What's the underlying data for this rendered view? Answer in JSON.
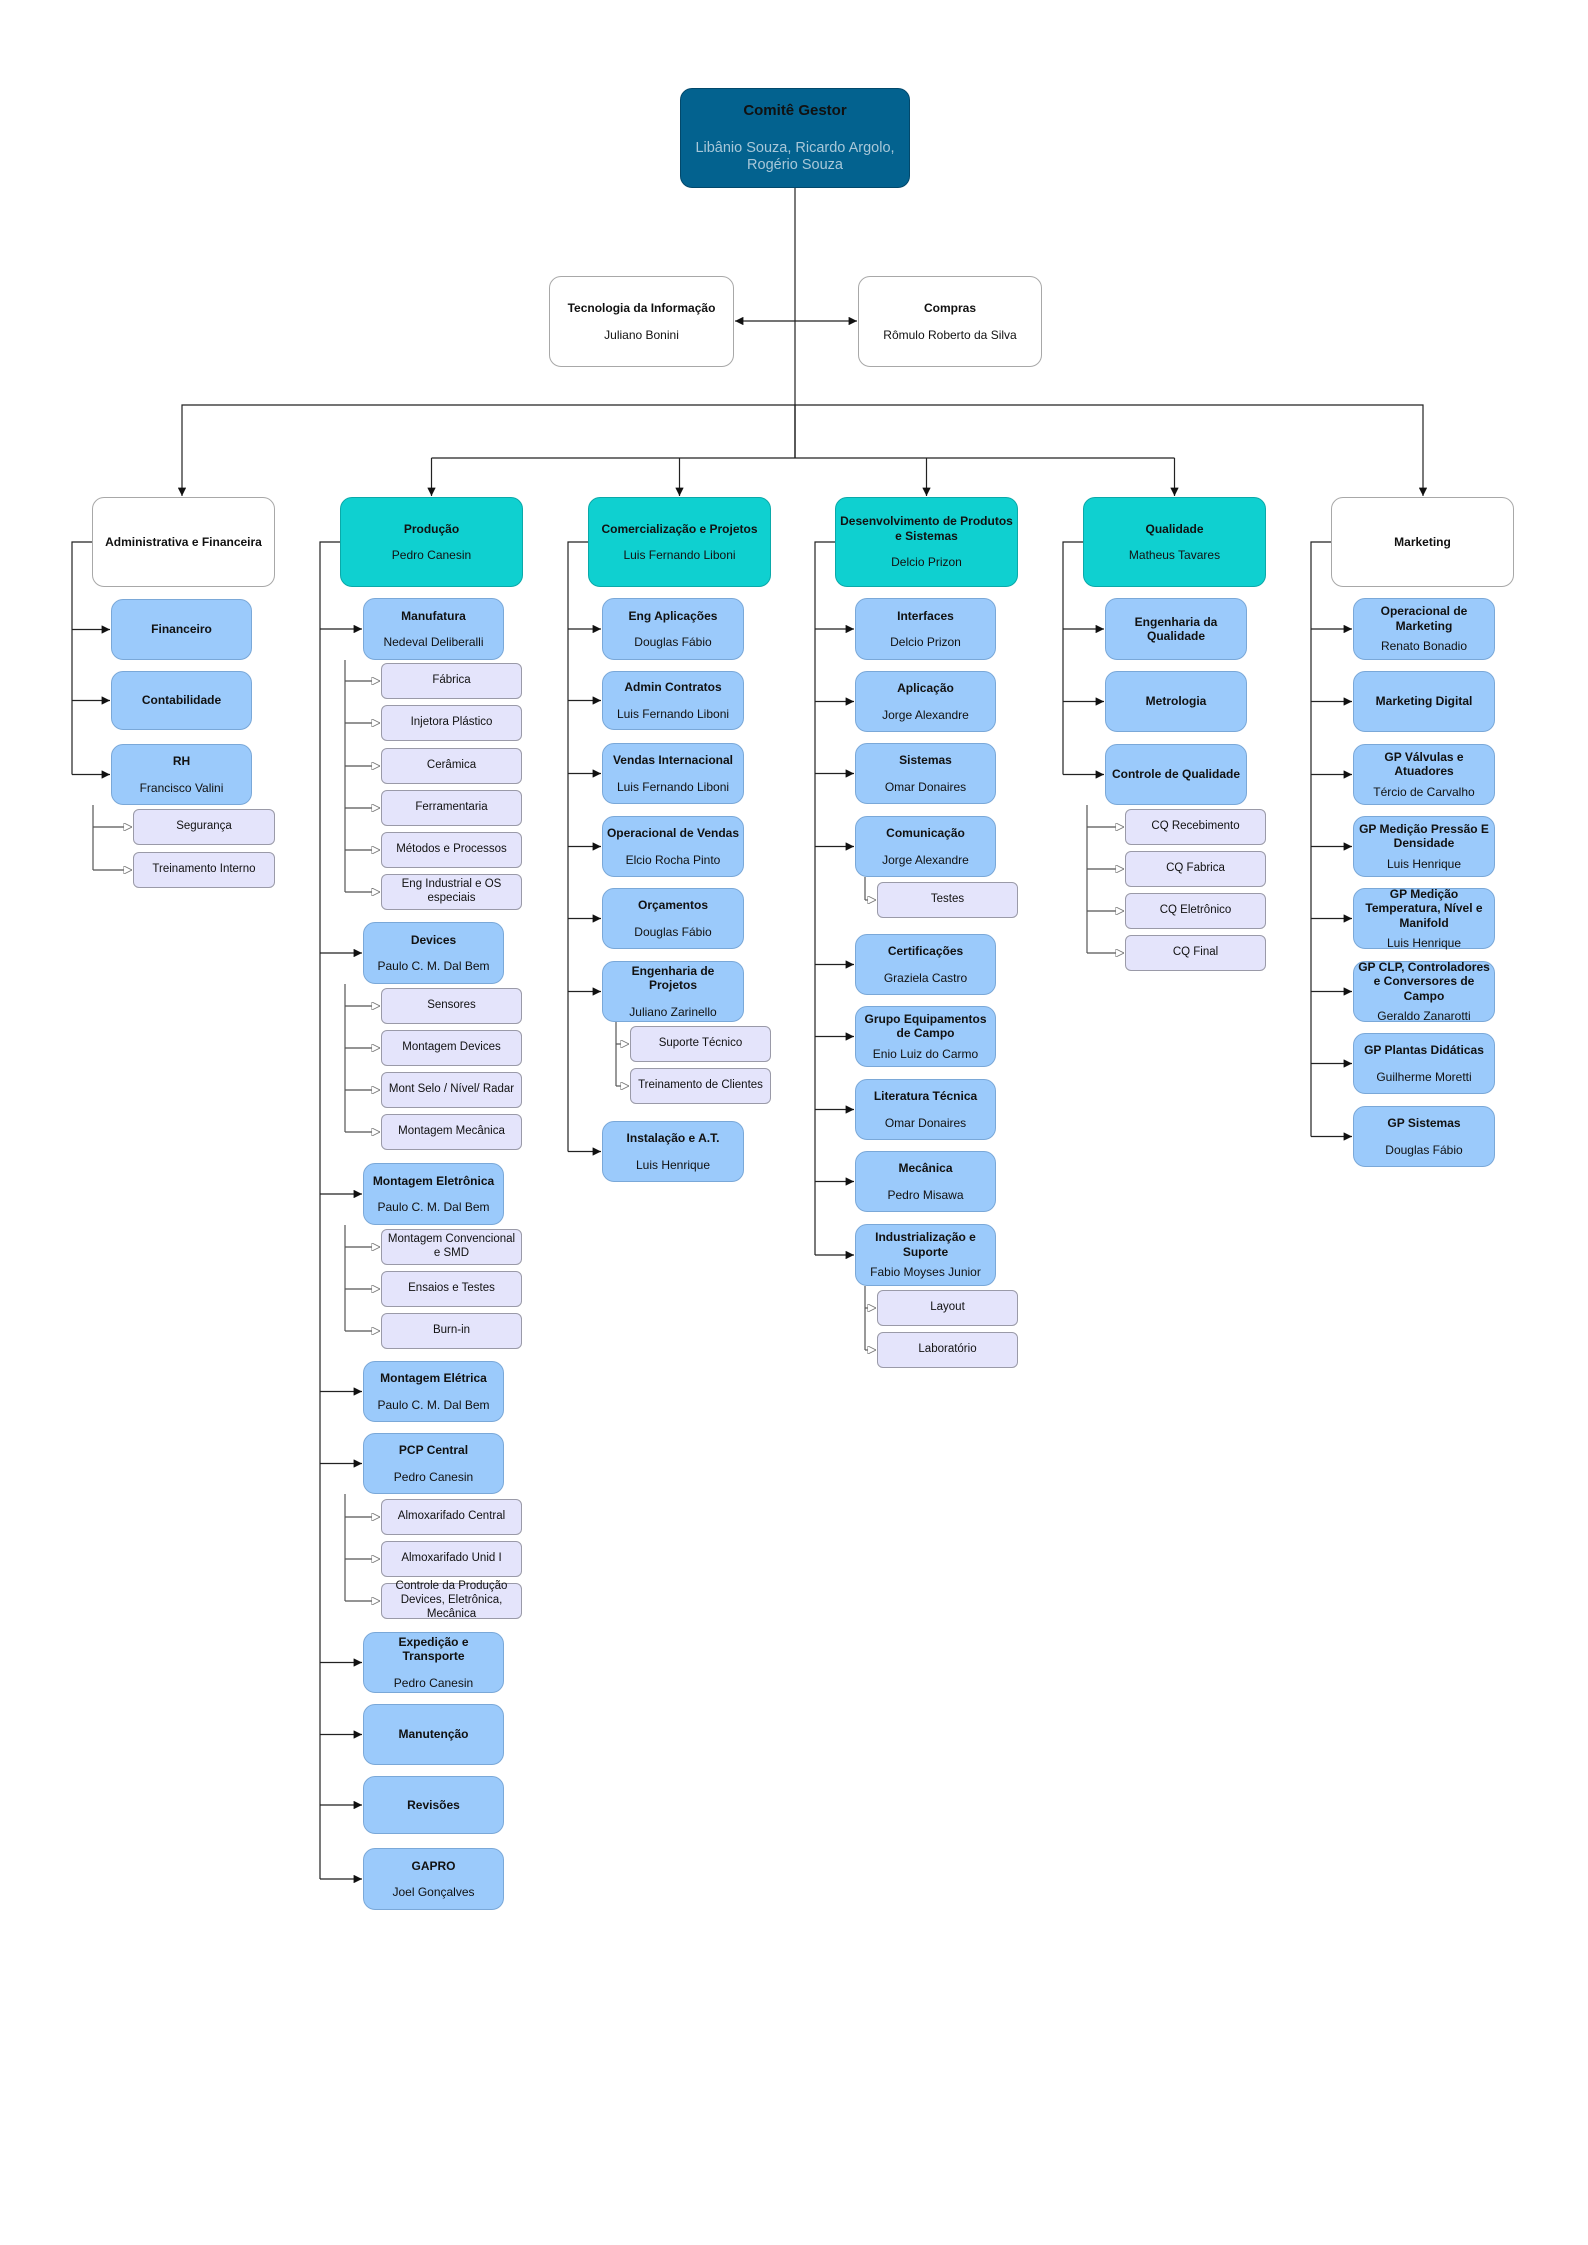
{
  "root": {
    "title": "Comitê Gestor",
    "subtitle": "Libânio Souza, Ricardo Argolo, Rogério Souza"
  },
  "staff": [
    {
      "title": "Tecnologia da Informação",
      "subtitle": "Juliano Bonini"
    },
    {
      "title": "Compras",
      "subtitle": "Rômulo Roberto da Silva"
    }
  ],
  "departments": [
    {
      "title": "Administrativa e Financeira",
      "subtitle": "",
      "style": "white",
      "children": [
        {
          "title": "Financeiro",
          "subtitle": "",
          "subs": []
        },
        {
          "title": "Contabilidade",
          "subtitle": "",
          "subs": []
        },
        {
          "title": "RH",
          "subtitle": "Francisco Valini",
          "subs": [
            "Segurança",
            "Treinamento Interno"
          ]
        }
      ]
    },
    {
      "title": "Produção",
      "subtitle": "Pedro Canesin",
      "style": "teal",
      "children": [
        {
          "title": "Manufatura",
          "subtitle": "Nedeval Deliberalli",
          "subs": [
            "Fábrica",
            "Injetora Plástico",
            "Cerâmica",
            "Ferramentaria",
            "Métodos e Processos",
            "Eng Industrial e OS especiais"
          ]
        },
        {
          "title": "Devices",
          "subtitle": "Paulo C. M. Dal Bem",
          "subs": [
            "Sensores",
            "Montagem Devices",
            "Mont Selo / Nível/ Radar",
            "Montagem Mecânica"
          ]
        },
        {
          "title": "Montagem Eletrônica",
          "subtitle": "Paulo C. M. Dal Bem",
          "subs": [
            "Montagem Convencional e SMD",
            "Ensaios e Testes",
            "Burn-in"
          ]
        },
        {
          "title": "Montagem Elétrica",
          "subtitle": "Paulo C. M. Dal Bem",
          "subs": []
        },
        {
          "title": "PCP Central",
          "subtitle": "Pedro Canesin",
          "subs": [
            "Almoxarifado Central",
            "Almoxarifado Unid I",
            "Controle da Produção Devices, Eletrônica, Mecânica"
          ]
        },
        {
          "title": "Expedição e Transporte",
          "subtitle": "Pedro Canesin",
          "subs": []
        },
        {
          "title": "Manutenção",
          "subtitle": "",
          "subs": []
        },
        {
          "title": "Revisões",
          "subtitle": "",
          "subs": []
        },
        {
          "title": "GAPRO",
          "subtitle": "Joel Gonçalves",
          "subs": []
        }
      ]
    },
    {
      "title": "Comercialização e Projetos",
      "subtitle": "Luis Fernando Liboni",
      "style": "teal",
      "children": [
        {
          "title": "Eng Aplicações",
          "subtitle": "Douglas Fábio",
          "subs": []
        },
        {
          "title": "Admin Contratos",
          "subtitle": "Luis Fernando Liboni",
          "subs": []
        },
        {
          "title": "Vendas Internacional",
          "subtitle": "Luis Fernando Liboni",
          "subs": []
        },
        {
          "title": "Operacional de Vendas",
          "subtitle": "Elcio Rocha Pinto",
          "subs": []
        },
        {
          "title": "Orçamentos",
          "subtitle": "Douglas Fábio",
          "subs": []
        },
        {
          "title": "Engenharia de Projetos",
          "subtitle": "Juliano Zarinello",
          "subs": [
            "Suporte Técnico",
            "Treinamento de Clientes"
          ]
        },
        {
          "title": "Instalação e A.T.",
          "subtitle": "Luis Henrique",
          "subs": []
        }
      ]
    },
    {
      "title": "Desenvolvimento de Produtos e Sistemas",
      "subtitle": "Delcio Prizon",
      "style": "teal",
      "children": [
        {
          "title": "Interfaces",
          "subtitle": "Delcio Prizon",
          "subs": []
        },
        {
          "title": "Aplicação",
          "subtitle": "Jorge Alexandre",
          "subs": []
        },
        {
          "title": "Sistemas",
          "subtitle": "Omar Donaires",
          "subs": []
        },
        {
          "title": "Comunicação",
          "subtitle": "Jorge Alexandre",
          "subs": [
            "Testes"
          ]
        },
        {
          "title": "Certificações",
          "subtitle": "Graziela Castro",
          "subs": []
        },
        {
          "title": "Grupo Equipamentos de Campo",
          "subtitle": "Enio Luiz do Carmo",
          "subs": []
        },
        {
          "title": "Literatura Técnica",
          "subtitle": "Omar Donaires",
          "subs": []
        },
        {
          "title": "Mecânica",
          "subtitle": "Pedro Misawa",
          "subs": []
        },
        {
          "title": "Industrialização e Suporte",
          "subtitle": "Fabio Moyses Junior",
          "subs": [
            "Layout",
            "Laboratório"
          ]
        }
      ]
    },
    {
      "title": "Qualidade",
      "subtitle": "Matheus Tavares",
      "style": "teal",
      "children": [
        {
          "title": "Engenharia da Qualidade",
          "subtitle": "",
          "subs": []
        },
        {
          "title": "Metrologia",
          "subtitle": "",
          "subs": []
        },
        {
          "title": "Controle de Qualidade",
          "subtitle": "",
          "subs": [
            "CQ Recebimento",
            "CQ Fabrica",
            "CQ Eletrônico",
            "CQ Final"
          ]
        }
      ]
    },
    {
      "title": "Marketing",
      "subtitle": "",
      "style": "white",
      "children": [
        {
          "title": "Operacional de Marketing",
          "subtitle": "Renato Bonadio",
          "subs": []
        },
        {
          "title": "Marketing Digital",
          "subtitle": "",
          "subs": []
        },
        {
          "title": "GP Válvulas e Atuadores",
          "subtitle": "Tércio de Carvalho",
          "subs": []
        },
        {
          "title": "GP Medição Pressão E Densidade",
          "subtitle": "Luis Henrique",
          "subs": []
        },
        {
          "title": "GP Medição Temperatura, Nível e Manifold",
          "subtitle": "Luis Henrique",
          "subs": []
        },
        {
          "title": "GP CLP, Controladores e Conversores de Campo",
          "subtitle": "Geraldo Zanarotti",
          "subs": []
        },
        {
          "title": "GP Plantas Didáticas",
          "subtitle": "Guilherme Moretti",
          "subs": []
        },
        {
          "title": "GP Sistemas",
          "subtitle": "Douglas Fábio",
          "subs": []
        }
      ]
    }
  ],
  "colors": {
    "root": "#03628f",
    "teal": "#0fd0d0",
    "blue": "#9bcafb",
    "sub": "#e4e4fb",
    "line": "#222222"
  }
}
